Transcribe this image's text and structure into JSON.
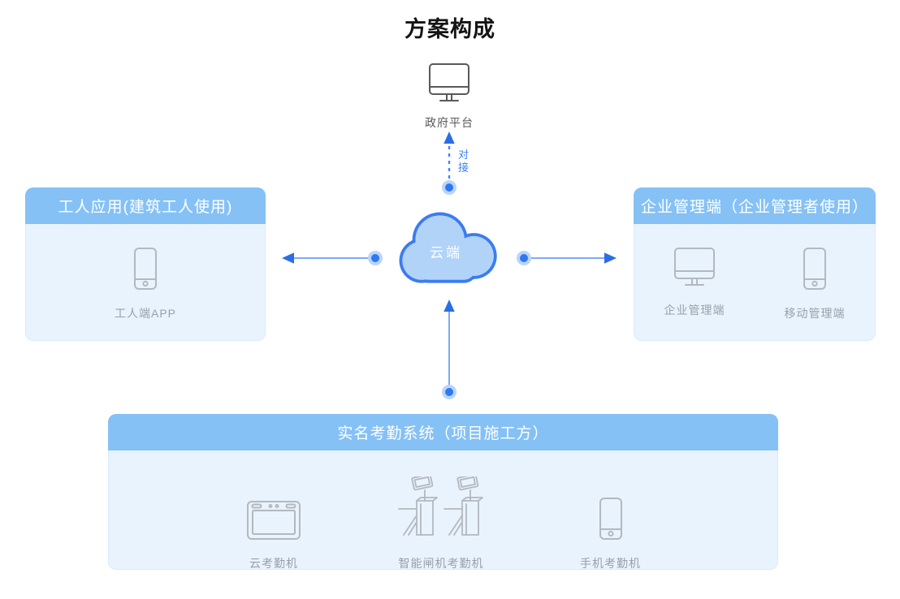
{
  "title": "方案构成",
  "colors": {
    "header_blue": "#85c1f5",
    "panel_bg": "#e9f3fd",
    "panel_border": "#d9ebfc",
    "arrow_line": "#7fa9f4",
    "arrow_head": "#2b6de4",
    "dot_core": "#2e78f2",
    "dot_halo": "#bcd4f7",
    "cloud_fill": "#b2d3f8",
    "cloud_border": "#3b7cf0",
    "link_text": "#3f80f2",
    "device_label_gray": "#98a1aa",
    "gov_icon_gray": "#595959"
  },
  "top_node": {
    "icon": "monitor-icon",
    "label": "政府平台"
  },
  "link": {
    "label": "对接"
  },
  "cloud": {
    "label": "云端"
  },
  "panels": {
    "left": {
      "title": "工人应用(建筑工人使用)",
      "items": [
        {
          "icon": "phone-icon",
          "label": "工人端APP"
        }
      ]
    },
    "right": {
      "title": "企业管理端（企业管理者使用）",
      "items": [
        {
          "icon": "monitor-icon",
          "label": "企业管理端"
        },
        {
          "icon": "phone-icon",
          "label": "移动管理端"
        }
      ]
    },
    "bottom": {
      "title": "实名考勤系统（项目施工方）",
      "items": [
        {
          "icon": "cloud-attendance-machine-icon",
          "label": "云考勤机"
        },
        {
          "icon": "gate-attendance-machine-icon",
          "label": "智能闸机考勤机"
        },
        {
          "icon": "phone-attendance-machine-icon",
          "label": "手机考勤机"
        }
      ]
    }
  }
}
